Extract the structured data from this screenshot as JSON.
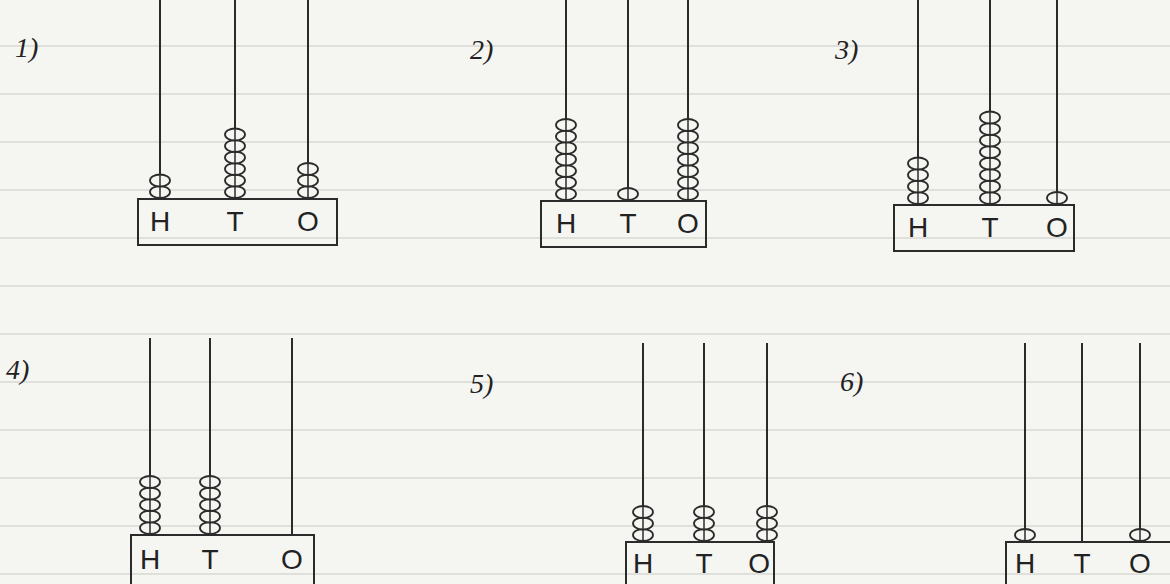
{
  "diagram": {
    "nodes": [
      {
        "text": [
          "H",
          "T",
          "O"
        ]
      },
      {
        "text": [
          "H",
          "T",
          "O"
        ]
      },
      {
        "text": [
          "H",
          "T",
          "O"
        ]
      },
      {
        "text": [
          "H",
          "T",
          "O"
        ]
      },
      {
        "text": [
          "H",
          "T",
          "O"
        ]
      },
      {
        "text": [
          "H",
          "T",
          "O"
        ]
      }
    ],
    "labels": [
      "1)",
      "2)",
      "3)",
      "4)",
      "5)",
      "6)"
    ]
  }
}
